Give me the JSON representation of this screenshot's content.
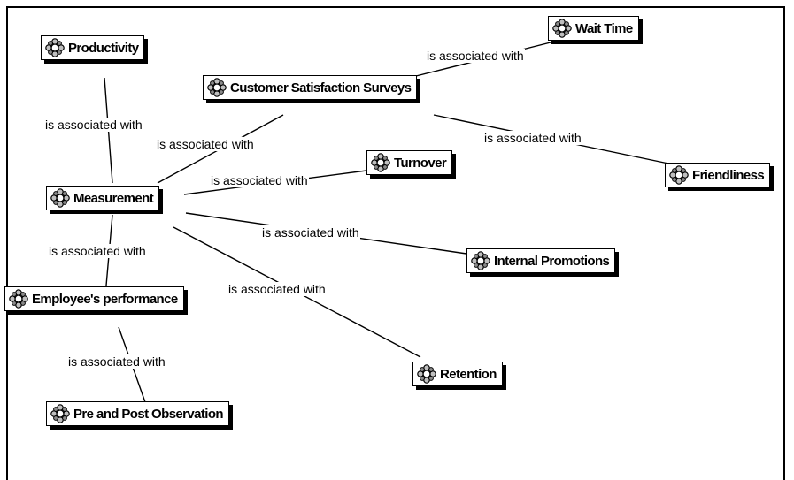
{
  "concept_map": {
    "nodes": [
      {
        "id": "productivity",
        "label": "Productivity",
        "icon": "concept-icon"
      },
      {
        "id": "wait_time",
        "label": "Wait Time",
        "icon": "concept-icon"
      },
      {
        "id": "css",
        "label": "Customer Satisfaction Surveys",
        "icon": "concept-icon"
      },
      {
        "id": "turnover",
        "label": "Turnover",
        "icon": "concept-icon"
      },
      {
        "id": "friendliness",
        "label": "Friendliness",
        "icon": "concept-icon"
      },
      {
        "id": "measurement",
        "label": "Measurement",
        "icon": "concept-icon"
      },
      {
        "id": "internal_promotions",
        "label": "Internal Promotions",
        "icon": "concept-icon"
      },
      {
        "id": "employees_performance",
        "label": "Employee's performance",
        "icon": "concept-icon"
      },
      {
        "id": "retention",
        "label": "Retention",
        "icon": "concept-icon"
      },
      {
        "id": "pre_post",
        "label": "Pre and Post Observation",
        "icon": "concept-icon"
      }
    ],
    "edges": [
      {
        "from": "productivity",
        "to": "measurement",
        "label": "is associated with"
      },
      {
        "from": "css",
        "to": "measurement",
        "label": "is associated with"
      },
      {
        "from": "css",
        "to": "wait_time",
        "label": "is associated with"
      },
      {
        "from": "css",
        "to": "friendliness",
        "label": "is associated with"
      },
      {
        "from": "measurement",
        "to": "turnover",
        "label": "is associated with"
      },
      {
        "from": "measurement",
        "to": "internal_promotions",
        "label": "is associated with"
      },
      {
        "from": "measurement",
        "to": "employees_performance",
        "label": "is associated with"
      },
      {
        "from": "measurement",
        "to": "retention",
        "label": "is associated with"
      },
      {
        "from": "employees_performance",
        "to": "pre_post",
        "label": "is associated with"
      }
    ]
  }
}
